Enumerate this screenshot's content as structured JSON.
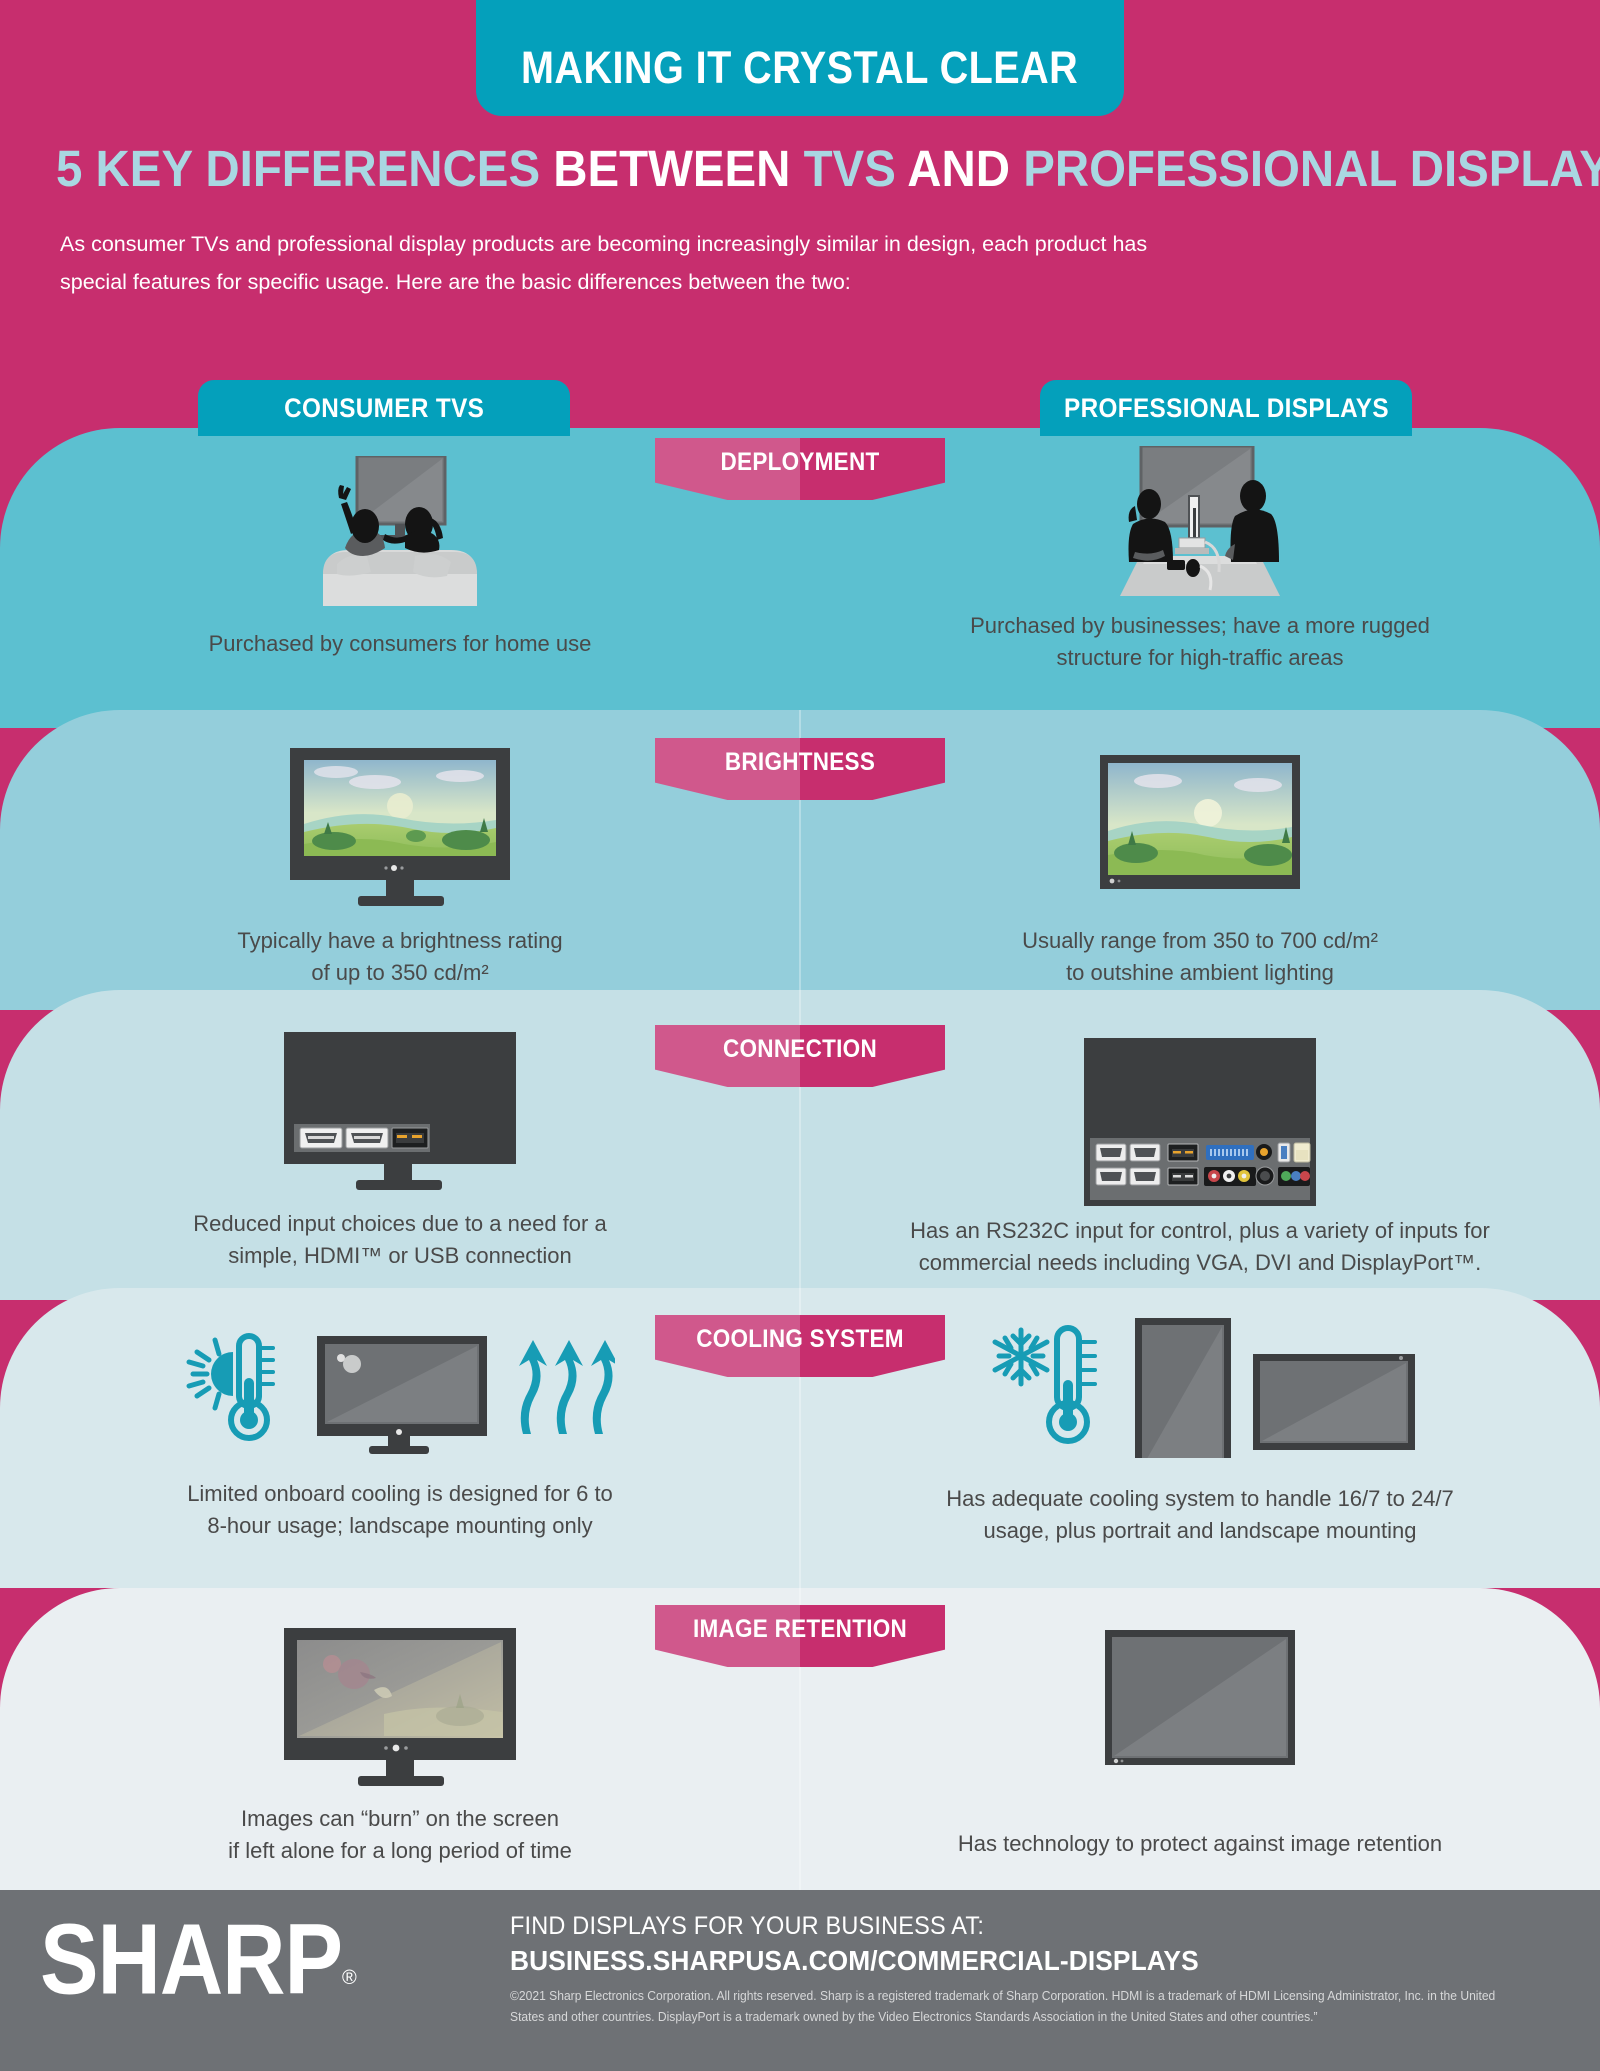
{
  "header": {
    "badge_title": "MAKING IT CRYSTAL CLEAR",
    "headline_part1": "5 KEY DIFFERENCES ",
    "headline_part2": "BETWEEN ",
    "headline_part3": "TVS ",
    "headline_part4": "AND ",
    "headline_part5": "PROFESSIONAL DISPLAYS",
    "intro_line1": "As consumer TVs and professional display products are becoming increasingly similar in design, each product has",
    "intro_line2": "special features for specific usage. Here are the basic differences between the two:"
  },
  "columns": {
    "left_tab": "CONSUMER TVS",
    "right_tab": "PROFESSIONAL DISPLAYS"
  },
  "rows": [
    {
      "ribbon": "DEPLOYMENT",
      "left_caption": "Purchased by consumers for home use",
      "right_caption_line1": "Purchased by businesses; have a more rugged",
      "right_caption_line2": "structure for high-traffic areas"
    },
    {
      "ribbon": "BRIGHTNESS",
      "left_caption_line1": "Typically have a brightness rating",
      "left_caption_line2": "of up to 350 cd/m²",
      "right_caption_line1": "Usually range from 350 to 700 cd/m²",
      "right_caption_line2": "to outshine ambient lighting"
    },
    {
      "ribbon": "CONNECTION",
      "left_caption_line1": "Reduced input choices due to a need for a",
      "left_caption_line2": "simple, HDMI™ or USB connection",
      "right_caption_line1": "Has an RS232C input for control, plus a variety of inputs for",
      "right_caption_line2": "commercial needs including VGA, DVI and DisplayPort™."
    },
    {
      "ribbon": "COOLING SYSTEM",
      "left_caption_line1": "Limited onboard cooling is designed for 6 to",
      "left_caption_line2": "8-hour usage; landscape mounting only",
      "right_caption_line1": "Has adequate cooling system to handle 16/7 to 24/7",
      "right_caption_line2": "usage, plus portrait and landscape mounting"
    },
    {
      "ribbon": "IMAGE RETENTION",
      "left_caption_line1": "Images can “burn” on the screen",
      "left_caption_line2": "if left alone for a long period of time",
      "right_caption": "Has technology to protect against image retention"
    }
  ],
  "footer": {
    "logo_text": "SHARP",
    "registered_mark": "®",
    "find_line": "FIND DISPLAYS FOR YOUR BUSINESS AT:",
    "url": "BUSINESS.SHARPUSA.COM/COMMERCIAL-DISPLAYS",
    "legal": "©2021 Sharp Electronics Corporation. All rights reserved. Sharp is a registered trademark of Sharp Corporation. HDMI is a trademark of HDMI Licensing Administrator, Inc. in the United States and other countries. DisplayPort is a trademark owned by the Video Electronics Standards Association in the United States and other countries.”"
  },
  "colors": {
    "magenta": "#c72e6e",
    "magenta_light": "#d0588c",
    "teal_accent": "#04a0bb",
    "row1": "#5cc0d0",
    "row2": "#94cedb",
    "row3": "#c5e0e6",
    "row4": "#d8e8ec",
    "row5": "#eaeff2",
    "footer_gray": "#6e7175",
    "caption_gray": "#4a4a4a"
  }
}
